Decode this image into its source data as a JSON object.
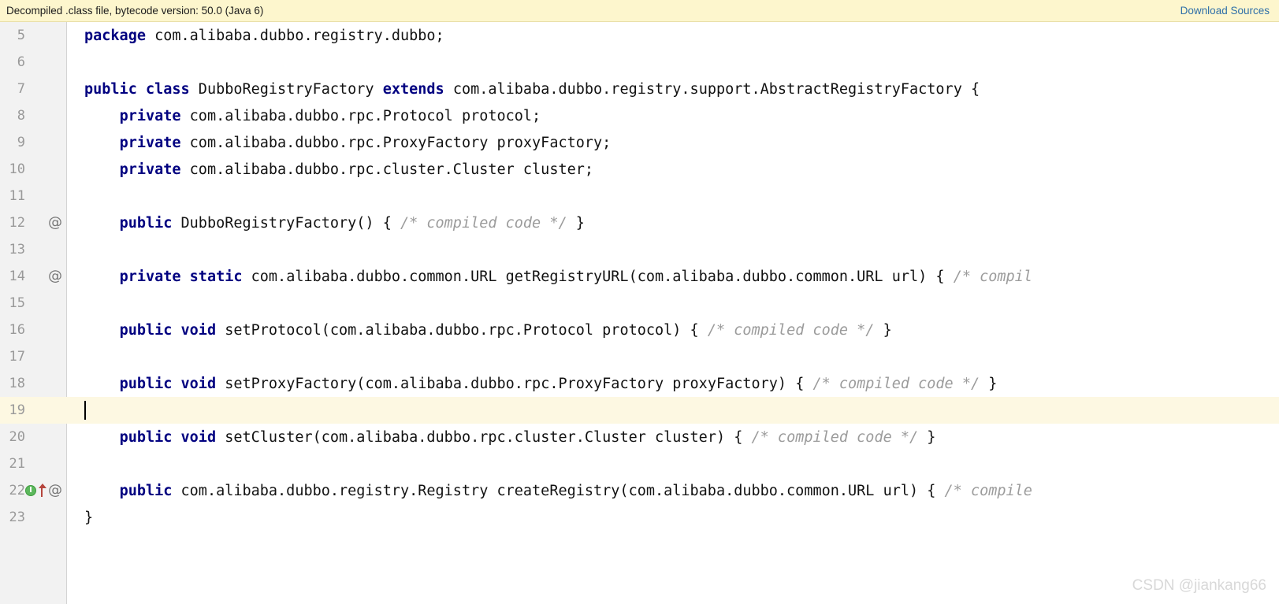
{
  "banner": {
    "message": "Decompiled .class file, bytecode version: 50.0 (Java 6)",
    "download_label": "Download Sources",
    "background_color": "#fdf6cd",
    "link_color": "#2f6fa8"
  },
  "editor": {
    "caret_line_number": 19,
    "caret_line_highlight_color": "#fdf8e2",
    "gutter_background_color": "#f2f2f2",
    "keyword_color": "#000080",
    "comment_color": "#9b9b9b",
    "text_color": "#121212",
    "lines": [
      {
        "num": "5",
        "icons": [],
        "tokens": [
          {
            "t": "kw",
            "s": "package"
          },
          {
            "t": "id",
            "s": " com.alibaba.dubbo.registry.dubbo;"
          }
        ]
      },
      {
        "num": "6",
        "icons": [],
        "tokens": []
      },
      {
        "num": "7",
        "icons": [],
        "tokens": [
          {
            "t": "kw",
            "s": "public"
          },
          {
            "t": "id",
            "s": " "
          },
          {
            "t": "kw",
            "s": "class"
          },
          {
            "t": "id",
            "s": " DubboRegistryFactory "
          },
          {
            "t": "kw",
            "s": "extends"
          },
          {
            "t": "id",
            "s": " com.alibaba.dubbo.registry.support.AbstractRegistryFactory {"
          }
        ]
      },
      {
        "num": "8",
        "icons": [],
        "indent": 1,
        "tokens": [
          {
            "t": "kw",
            "s": "private"
          },
          {
            "t": "id",
            "s": " com.alibaba.dubbo.rpc.Protocol protocol;"
          }
        ]
      },
      {
        "num": "9",
        "icons": [],
        "indent": 1,
        "tokens": [
          {
            "t": "kw",
            "s": "private"
          },
          {
            "t": "id",
            "s": " com.alibaba.dubbo.rpc.ProxyFactory proxyFactory;"
          }
        ]
      },
      {
        "num": "10",
        "icons": [],
        "indent": 1,
        "tokens": [
          {
            "t": "kw",
            "s": "private"
          },
          {
            "t": "id",
            "s": " com.alibaba.dubbo.rpc.cluster.Cluster cluster;"
          }
        ]
      },
      {
        "num": "11",
        "icons": [],
        "tokens": []
      },
      {
        "num": "12",
        "icons": [
          "annotation-marker"
        ],
        "indent": 1,
        "tokens": [
          {
            "t": "kw",
            "s": "public"
          },
          {
            "t": "id",
            "s": " DubboRegistryFactory() { "
          },
          {
            "t": "cmt",
            "s": "/* compiled code */"
          },
          {
            "t": "id",
            "s": " }"
          }
        ]
      },
      {
        "num": "13",
        "icons": [],
        "tokens": []
      },
      {
        "num": "14",
        "icons": [
          "annotation-marker"
        ],
        "indent": 1,
        "tokens": [
          {
            "t": "kw",
            "s": "private"
          },
          {
            "t": "id",
            "s": " "
          },
          {
            "t": "kw",
            "s": "static"
          },
          {
            "t": "id",
            "s": " com.alibaba.dubbo.common.URL getRegistryURL(com.alibaba.dubbo.common.URL url) { "
          },
          {
            "t": "cmt",
            "s": "/* compil"
          }
        ]
      },
      {
        "num": "15",
        "icons": [],
        "tokens": []
      },
      {
        "num": "16",
        "icons": [],
        "indent": 1,
        "tokens": [
          {
            "t": "kw",
            "s": "public"
          },
          {
            "t": "id",
            "s": " "
          },
          {
            "t": "kw",
            "s": "void"
          },
          {
            "t": "id",
            "s": " setProtocol(com.alibaba.dubbo.rpc.Protocol protocol) { "
          },
          {
            "t": "cmt",
            "s": "/* compiled code */"
          },
          {
            "t": "id",
            "s": " }"
          }
        ]
      },
      {
        "num": "17",
        "icons": [],
        "tokens": []
      },
      {
        "num": "18",
        "icons": [],
        "indent": 1,
        "tokens": [
          {
            "t": "kw",
            "s": "public"
          },
          {
            "t": "id",
            "s": " "
          },
          {
            "t": "kw",
            "s": "void"
          },
          {
            "t": "id",
            "s": " setProxyFactory(com.alibaba.dubbo.rpc.ProxyFactory proxyFactory) { "
          },
          {
            "t": "cmt",
            "s": "/* compiled code */"
          },
          {
            "t": "id",
            "s": " }"
          }
        ]
      },
      {
        "num": "19",
        "icons": [],
        "caret": true,
        "tokens": []
      },
      {
        "num": "20",
        "icons": [],
        "indent": 1,
        "tokens": [
          {
            "t": "kw",
            "s": "public"
          },
          {
            "t": "id",
            "s": " "
          },
          {
            "t": "kw",
            "s": "void"
          },
          {
            "t": "id",
            "s": " setCluster(com.alibaba.dubbo.rpc.cluster.Cluster cluster) { "
          },
          {
            "t": "cmt",
            "s": "/* compiled code */"
          },
          {
            "t": "id",
            "s": " }"
          }
        ]
      },
      {
        "num": "21",
        "icons": [],
        "tokens": []
      },
      {
        "num": "22",
        "icons": [
          "implementing-method-marker",
          "overriding-arrow-marker",
          "annotation-marker"
        ],
        "indent": 1,
        "tokens": [
          {
            "t": "kw",
            "s": "public"
          },
          {
            "t": "id",
            "s": " com.alibaba.dubbo.registry.Registry createRegistry(com.alibaba.dubbo.common.URL url) { "
          },
          {
            "t": "cmt",
            "s": "/* compile"
          }
        ]
      },
      {
        "num": "23",
        "icons": [],
        "tokens": [
          {
            "t": "id",
            "s": "}"
          }
        ]
      }
    ]
  },
  "watermark": {
    "text": "CSDN @jiankang66"
  }
}
